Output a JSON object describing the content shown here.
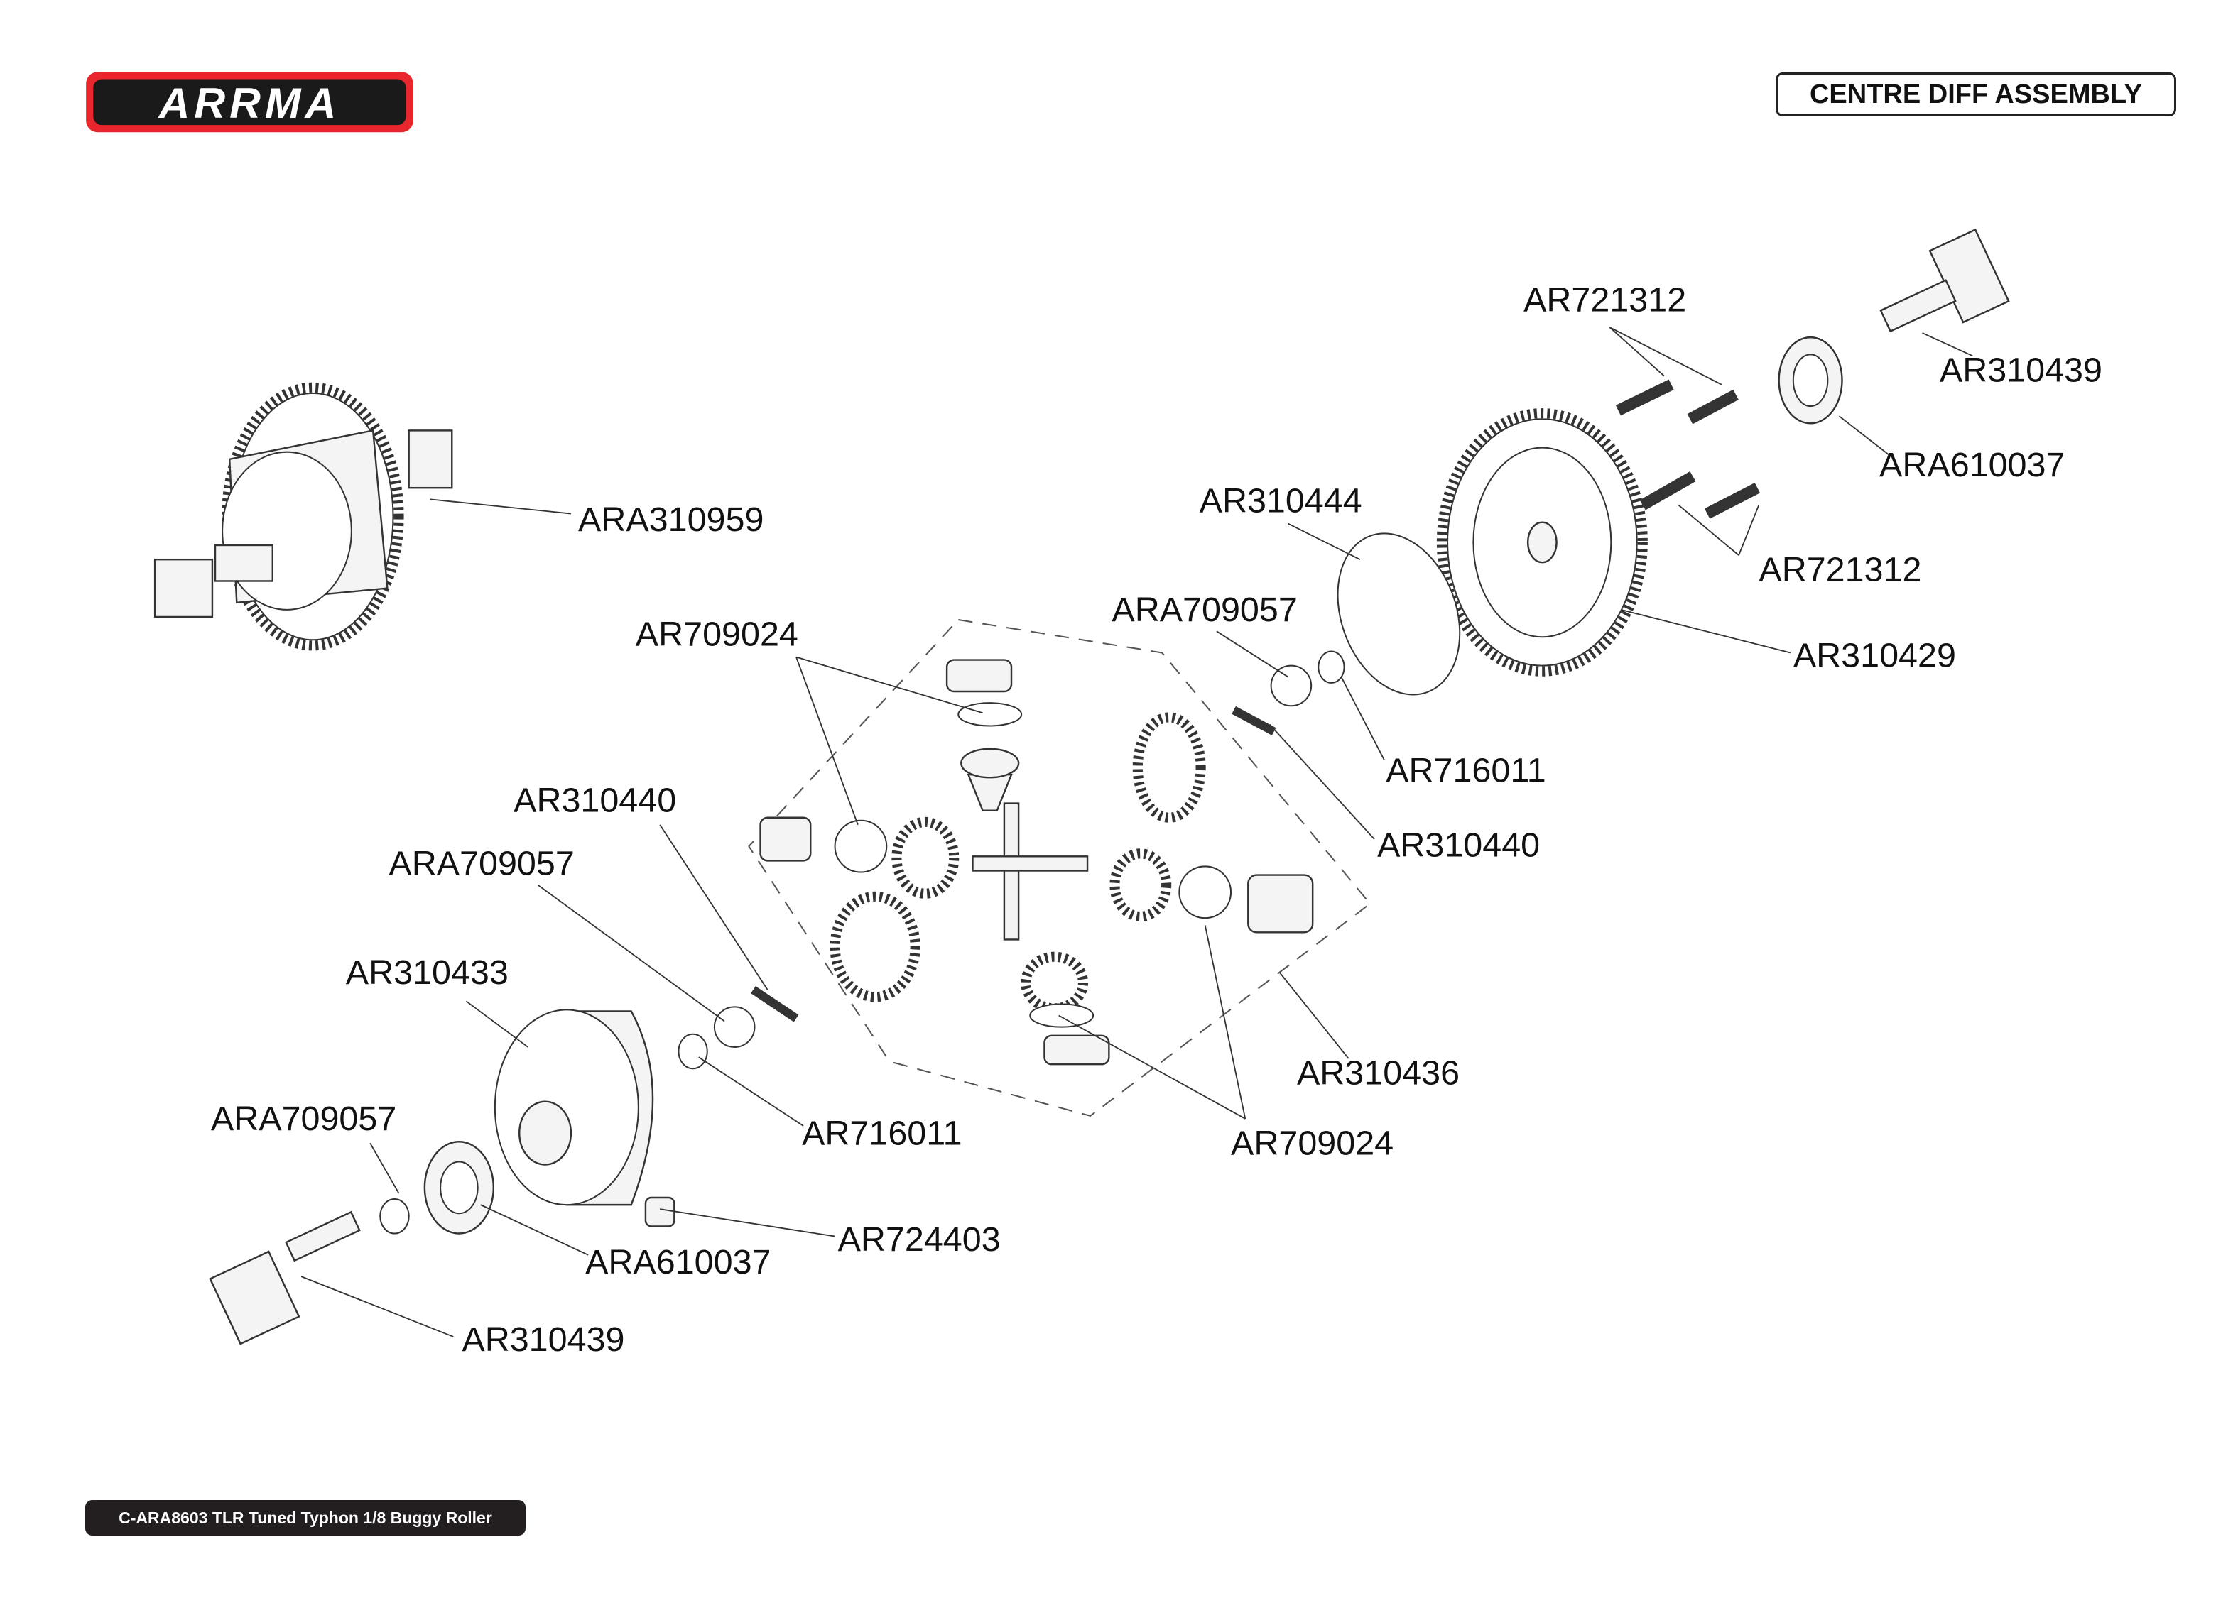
{
  "header": {
    "brand": "ARRMA",
    "title": "CENTRE DIFF ASSEMBLY"
  },
  "footer": {
    "model": "C-ARA8603 TLR Tuned Typhon 1/8 Buggy Roller"
  },
  "parts": [
    {
      "label": "ARA310959"
    },
    {
      "label": "AR721312"
    },
    {
      "label": "AR310439"
    },
    {
      "label": "ARA610037"
    },
    {
      "label": "AR310444"
    },
    {
      "label": "AR721312"
    },
    {
      "label": "AR310429"
    },
    {
      "label": "ARA709057"
    },
    {
      "label": "AR709024"
    },
    {
      "label": "AR716011"
    },
    {
      "label": "AR310440"
    },
    {
      "label": "AR310440"
    },
    {
      "label": "ARA709057"
    },
    {
      "label": "AR310433"
    },
    {
      "label": "AR310436"
    },
    {
      "label": "ARA709057"
    },
    {
      "label": "AR716011"
    },
    {
      "label": "AR709024"
    },
    {
      "label": "ARA610037"
    },
    {
      "label": "AR724403"
    },
    {
      "label": "AR310439"
    }
  ],
  "colors": {
    "brand_red": "#e8262b",
    "text": "#111111",
    "footer_bg": "#231f20"
  }
}
